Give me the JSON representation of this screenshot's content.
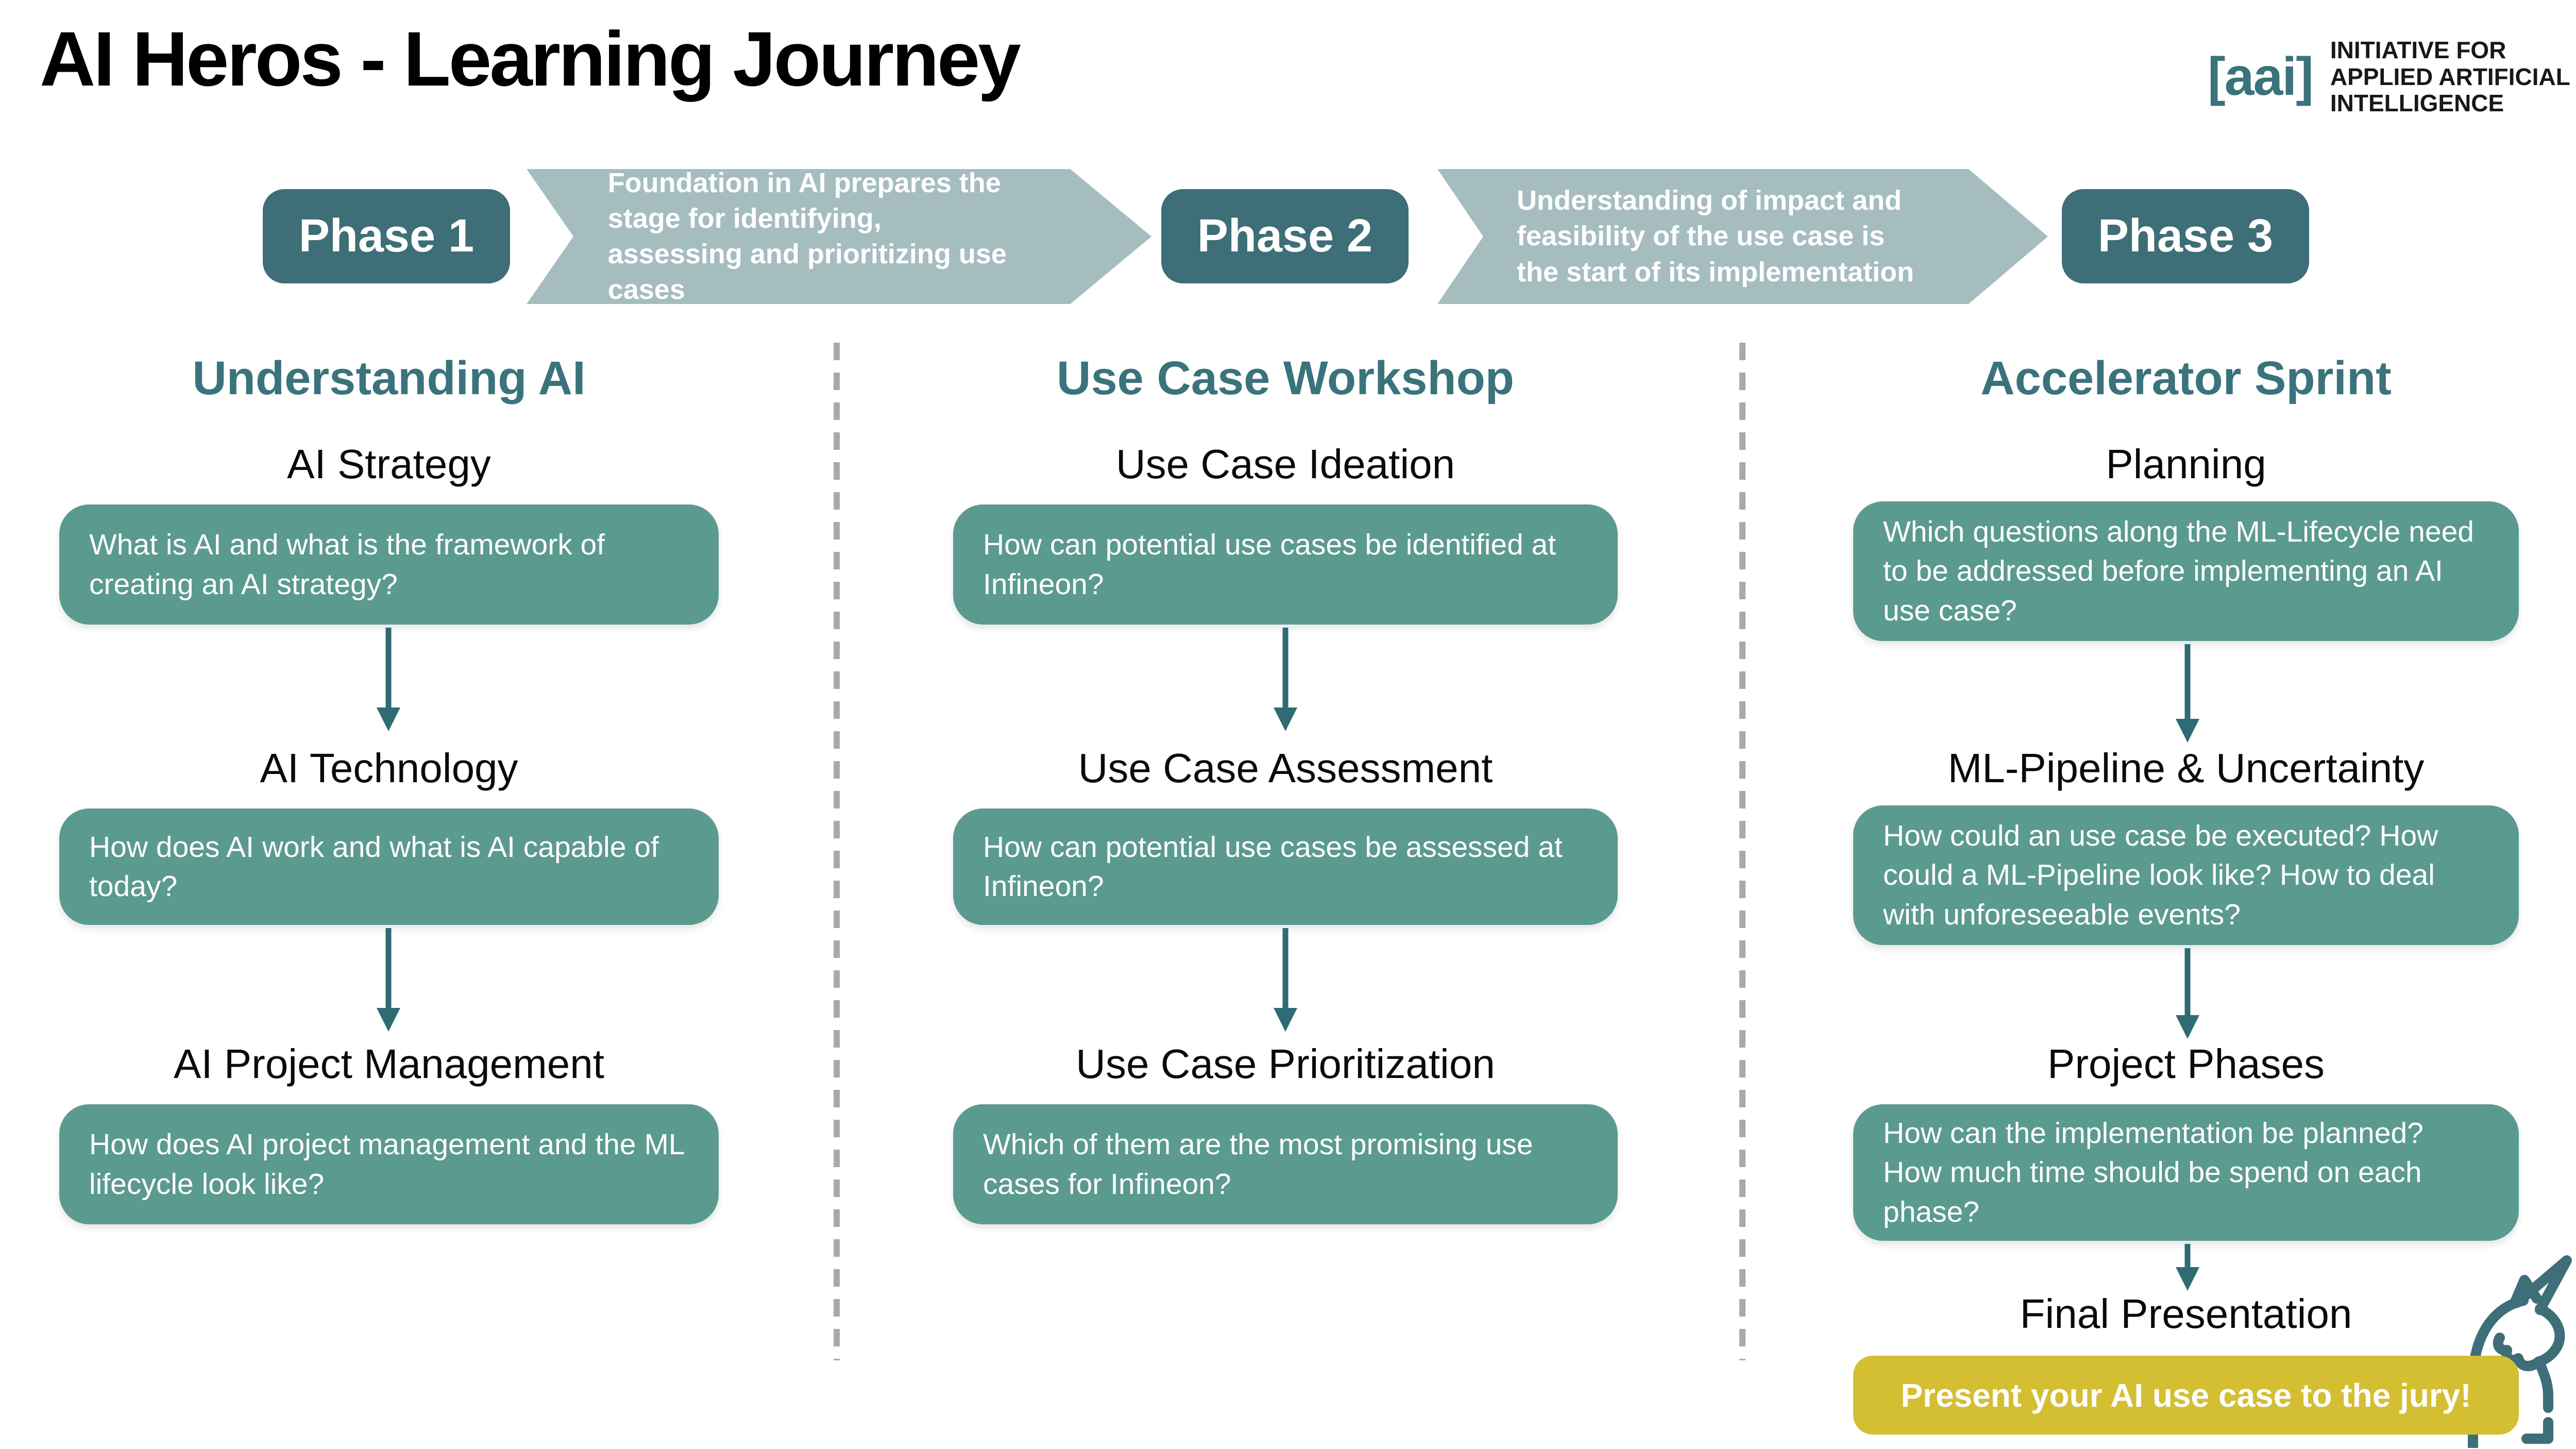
{
  "title": "AI Heros - Learning Journey",
  "logo": {
    "mark": "[aai]",
    "text": "INITIATIVE FOR\nAPPLIED ARTIFICIAL\nINTELLIGENCE"
  },
  "phase_band": {
    "phases": [
      {
        "label": "Phase 1"
      },
      {
        "label": "Phase 2"
      },
      {
        "label": "Phase 3"
      }
    ],
    "connectors": [
      {
        "text": "Foundation in AI prepares the stage for identifying, assessing and prioritizing use cases"
      },
      {
        "text": "Understanding of impact and feasibility of the use case is the start of its implementation"
      }
    ]
  },
  "columns": [
    {
      "header": "Understanding AI",
      "steps": [
        {
          "heading": "AI Strategy",
          "question": "What is AI and what is the framework of creating an AI strategy?"
        },
        {
          "heading": "AI Technology",
          "question": "How does AI work and what is AI capable of today?"
        },
        {
          "heading": "AI Project Management",
          "question": "How does AI project management and the ML lifecycle look like?"
        }
      ]
    },
    {
      "header": "Use Case Workshop",
      "steps": [
        {
          "heading": "Use Case Ideation",
          "question": "How can potential use cases be identified at Infineon?"
        },
        {
          "heading": "Use Case Assessment",
          "question": "How can potential use cases be assessed at Infineon?"
        },
        {
          "heading": "Use Case Prioritization",
          "question": "Which of them are the most promising use cases for Infineon?"
        }
      ]
    },
    {
      "header": "Accelerator Sprint",
      "steps": [
        {
          "heading": "Planning",
          "question": "Which questions along the ML-Lifecycle need to be addressed before implementing an AI use case?"
        },
        {
          "heading": "ML-Pipeline & Uncertainty",
          "question": "How could an use case be executed? How could a ML-Pipeline look like? How to deal with unforeseeable events?"
        },
        {
          "heading": "Project Phases",
          "question": "How can the implementation be planned? How much time should be spend on each phase?"
        }
      ],
      "final": {
        "heading": "Final Presentation",
        "banner": "Present your AI use case to the jury!"
      }
    }
  ],
  "colors": {
    "phase-dark": "#3E6E77",
    "chevron-light": "#A6BDC0",
    "header-teal": "#3A737C",
    "box-green": "#5B9A8F",
    "banner-yellow": "#D4BE32",
    "arrow-dark": "#2E6B73",
    "divider-gray": "#A9A9A9"
  }
}
